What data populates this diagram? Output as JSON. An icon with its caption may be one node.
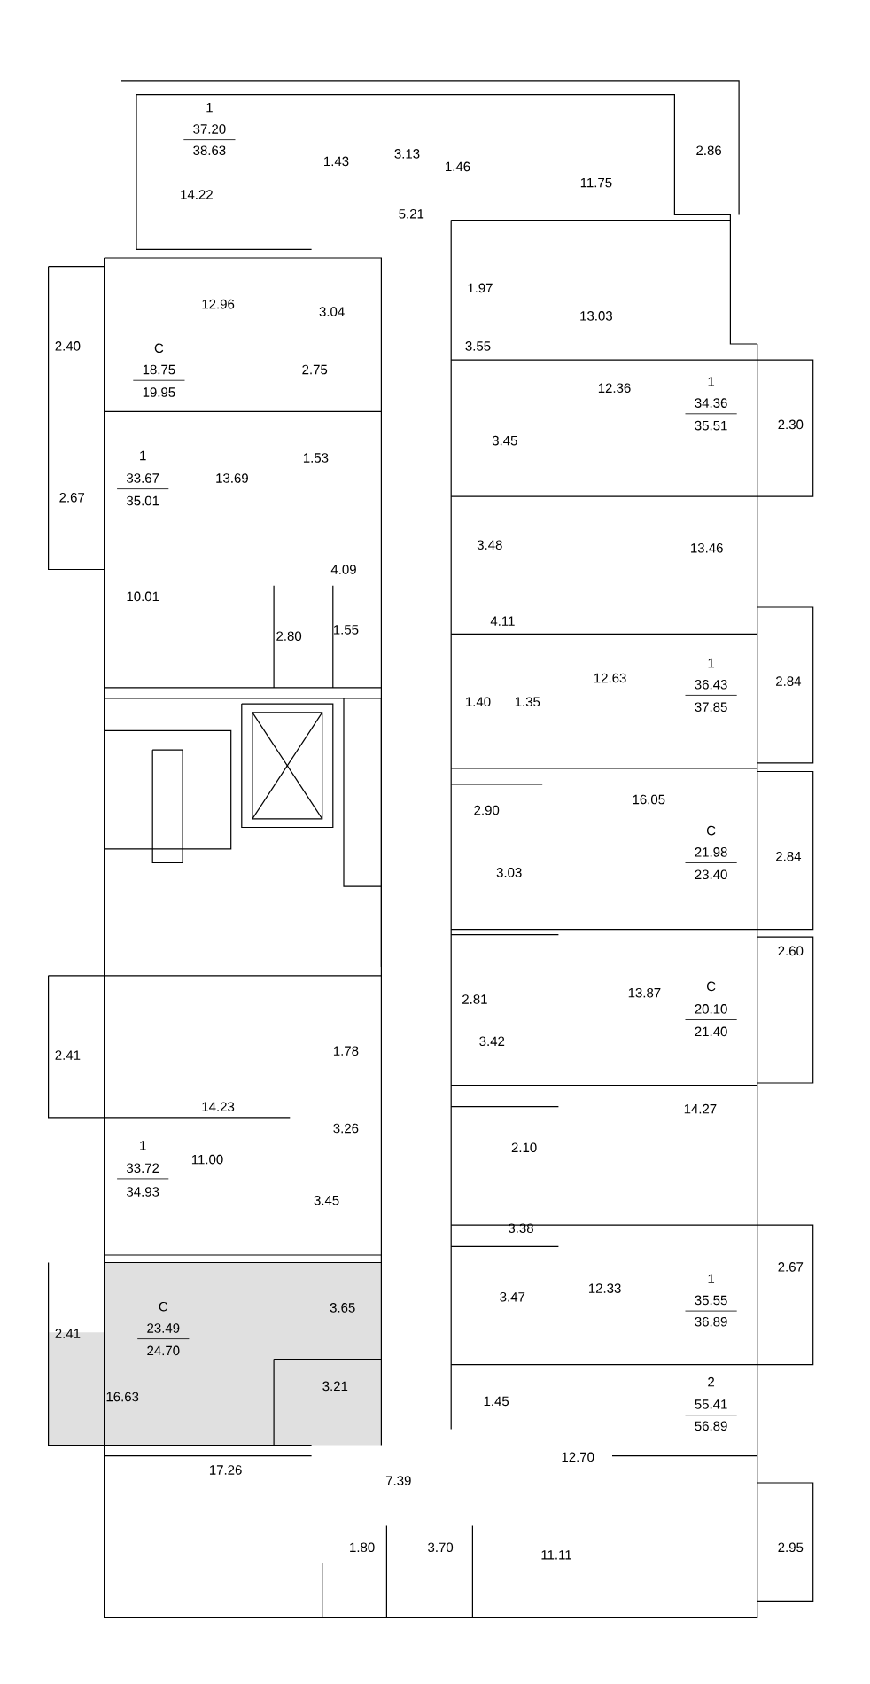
{
  "diagram": {
    "labels": [
      "1",
      "37.20",
      "38.63",
      "14.22",
      "1.43",
      "3.13",
      "1.46",
      "11.75",
      "2.86",
      "5.21",
      "1.97",
      "13.03",
      "3.55",
      "12.96",
      "C",
      "18.75",
      "19.95",
      "2.40",
      "3.04",
      "2.75",
      "12.36",
      "1",
      "34.36",
      "35.51",
      "2.30",
      "3.45",
      "1",
      "33.67",
      "35.01",
      "13.69",
      "1.53",
      "2.67",
      "3.48",
      "13.46",
      "4.09",
      "10.01",
      "4.11",
      "2.80",
      "1.55",
      "12.63",
      "1",
      "36.43",
      "37.85",
      "2.84",
      "1.40",
      "1.35",
      "2.90",
      "16.05",
      "C",
      "21.98",
      "23.40",
      "2.84",
      "3.03",
      "2.60",
      "2.81",
      "13.87",
      "C",
      "20.10",
      "21.40",
      "3.42",
      "1.78",
      "2.41",
      "14.23",
      "3.26",
      "14.27",
      "1",
      "2.10",
      "33.72",
      "34.93",
      "11.00",
      "3.45",
      "3.38",
      "12.33",
      "3.47",
      "2.67",
      "1",
      "35.55",
      "36.89",
      "C",
      "23.49",
      "24.70",
      "3.65",
      "2.41",
      "3.21",
      "16.63",
      "1.45",
      "2",
      "55.41",
      "56.89",
      "12.70",
      "17.26",
      "7.39",
      "1.80",
      "3.70",
      "11.11",
      "2.95"
    ]
  }
}
